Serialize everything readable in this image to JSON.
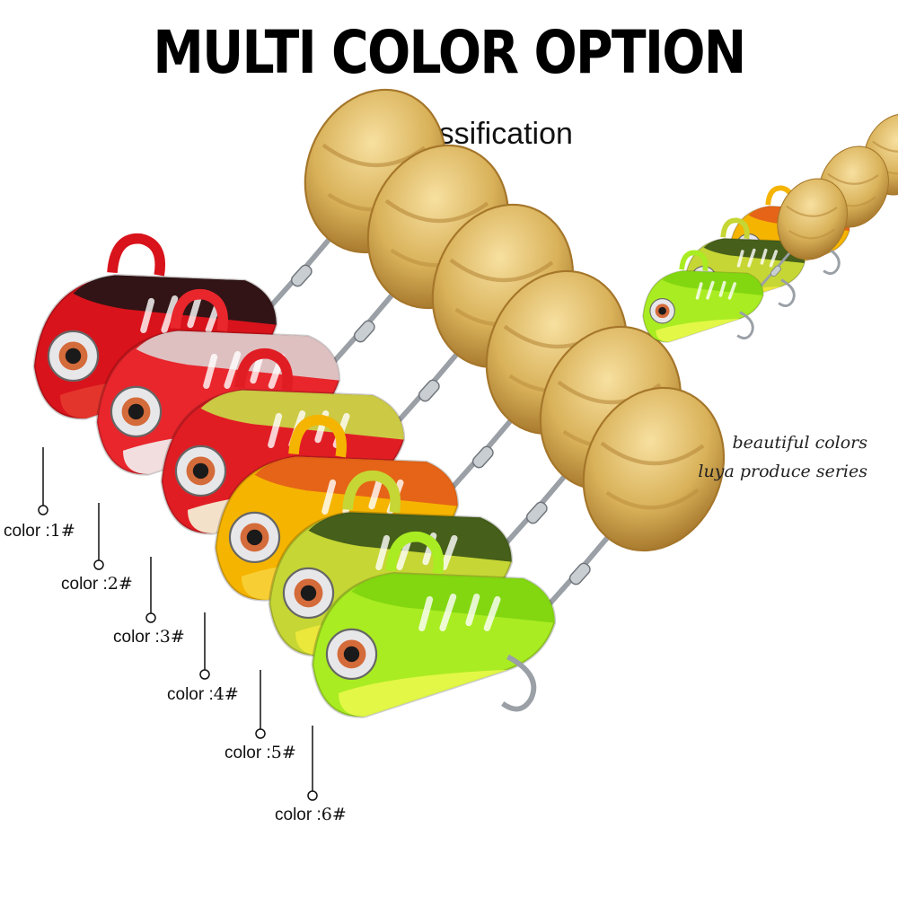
{
  "header": {
    "title": "MULTI COLOR OPTION",
    "subtitle": "color classification"
  },
  "tagline": {
    "line1": "beautiful colors",
    "line2": "luya produce series"
  },
  "lures": [
    {
      "prefix": "color :",
      "number": "1#",
      "body": "#d8131b",
      "belly": "#e63a2f",
      "back": "#151515"
    },
    {
      "prefix": "color :",
      "number": "2#",
      "body": "#e8262c",
      "belly": "#f3f3f3",
      "back": "#dcdcdc"
    },
    {
      "prefix": "color :",
      "number": "3#",
      "body": "#e11d24",
      "belly": "#f5f7dc",
      "back": "#c8e84a"
    },
    {
      "prefix": "color :",
      "number": "4#",
      "body": "#f5b400",
      "belly": "#f7d23a",
      "back": "#e2561b"
    },
    {
      "prefix": "color :",
      "number": "5#",
      "body": "#c6d634",
      "belly": "#f0e93c",
      "back": "#2f4a16"
    },
    {
      "prefix": "color :",
      "number": "6#",
      "body": "#a9ec22",
      "belly": "#e9f84a",
      "back": "#7dd40e"
    }
  ],
  "colors": {
    "blade": "#d9b25a",
    "blade_dark": "#a5762a",
    "hook": "#9aa0a6",
    "eye": "#d46b3a"
  }
}
